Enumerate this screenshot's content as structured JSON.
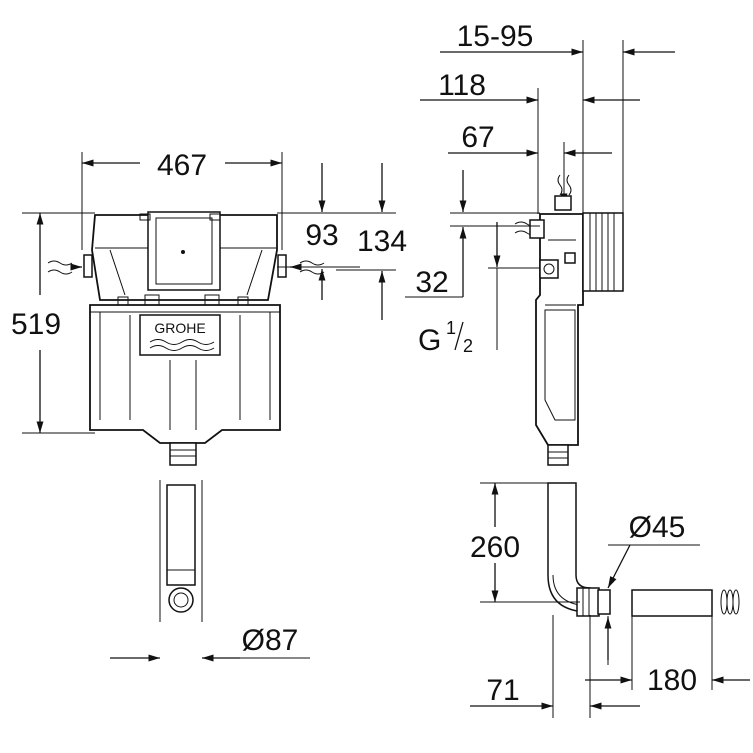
{
  "brand": "GROHE",
  "dimensions": {
    "width_front": "467",
    "height_total": "519",
    "inlet_93": "93",
    "inlet_134": "134",
    "offset_15_95": "15-95",
    "depth_118": "118",
    "depth_67": "67",
    "offset_32": "32",
    "connection_label": "G",
    "connection_num": "1",
    "connection_den": "2",
    "diameter_87": "Ø87",
    "flush_height_260": "260",
    "diameter_45": "Ø45",
    "offset_71": "71",
    "length_180": "180"
  },
  "icons": [
    "water-inlet-icon"
  ]
}
